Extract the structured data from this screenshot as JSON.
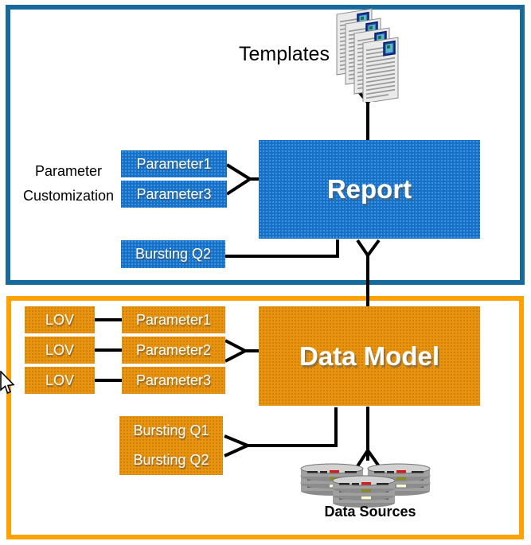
{
  "top_section": {
    "templates_label": "Templates",
    "customization_label": [
      "Parameter",
      "Customization"
    ],
    "parameter_boxes": [
      "Parameter1",
      "Parameter3"
    ],
    "bursting_box": "Bursting Q2",
    "main_box": "Report"
  },
  "bottom_section": {
    "lov_parameter_rows": [
      {
        "lov": "LOV",
        "parameter": "Parameter1"
      },
      {
        "lov": "LOV",
        "parameter": "Parameter2"
      },
      {
        "lov": "LOV",
        "parameter": "Parameter3"
      }
    ],
    "bursting_box": [
      "Bursting Q1",
      "Bursting Q2"
    ],
    "main_box": "Data Model",
    "data_sources_label": "Data Sources"
  },
  "icons": {
    "templates": "document-stack-icon",
    "data_sources": "database-stack-icon",
    "pointer": "mouse-cursor-icon"
  },
  "colors": {
    "report_section_border": "#176a9c",
    "data_model_section_border": "#ffa101",
    "blue_box": "#1571c8",
    "orange_box": "#e8940f",
    "connector": "#000000",
    "box_text": "#ffffff",
    "label_text": "#000000"
  }
}
